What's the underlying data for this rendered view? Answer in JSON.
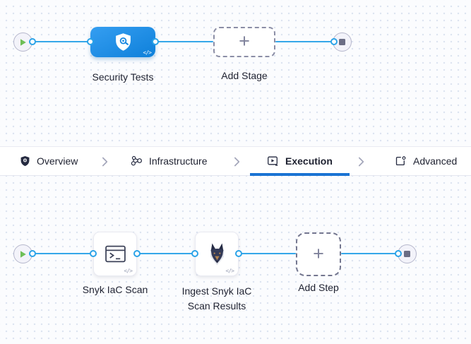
{
  "stage_graph": {
    "stage": {
      "label": "Security Tests",
      "icon": "shield-gear"
    },
    "add_stage": {
      "label": "Add Stage"
    }
  },
  "tab_bar": {
    "active_tab": "Execution",
    "items": [
      {
        "label": "Overview",
        "icon": "shield-icon"
      },
      {
        "label": "Infrastructure",
        "icon": "infrastructure-icon"
      },
      {
        "label": "Execution",
        "icon": "execution-icon"
      },
      {
        "label": "Advanced",
        "icon": "advanced-icon"
      }
    ]
  },
  "execution_graph": {
    "steps": [
      {
        "label": "Snyk IaC Scan",
        "icon": "terminal-icon"
      },
      {
        "label": "Ingest Snyk IaC Scan Results",
        "icon": "snyk-doberman-icon"
      }
    ],
    "add_step": {
      "label": "Add Step"
    }
  },
  "glyphs": {
    "plus": "+",
    "code_badge": "</>"
  },
  "colors": {
    "connector_blue": "#35a7e9",
    "stage_blue_top": "#359ef1",
    "stage_blue_bottom": "#0e80da",
    "active_tab_underline": "#1a73d3",
    "play_green": "#6fbf57",
    "stop_gray": "#6b6d85",
    "dashed_border": "#8b8ea6",
    "label_text": "#1e2130",
    "canvas_bg": "#fbfcfe",
    "grid_dot": "#dce3f0"
  }
}
